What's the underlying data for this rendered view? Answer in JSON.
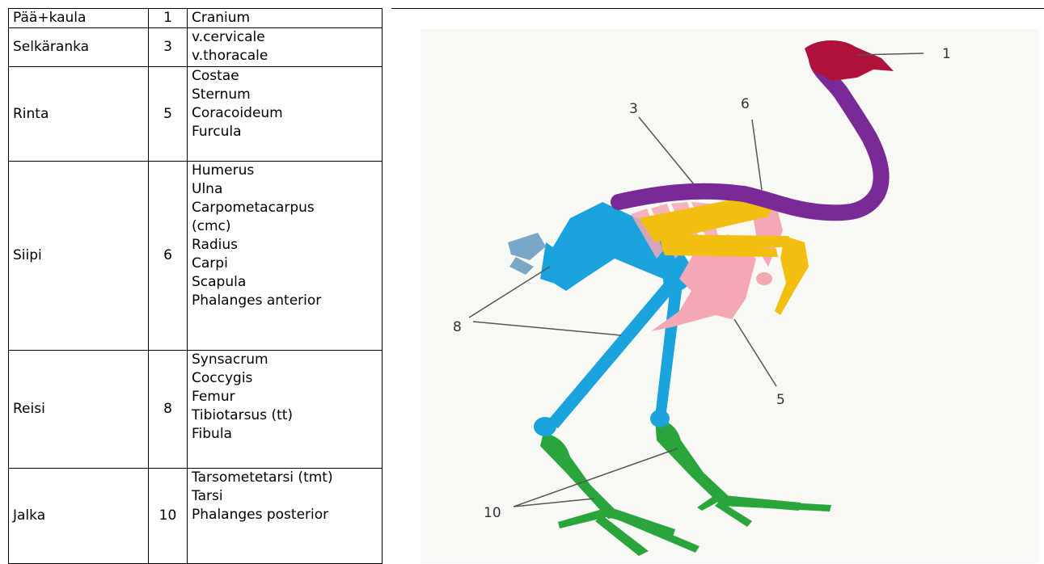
{
  "table": {
    "rows": [
      {
        "region": "Pää+kaula",
        "number": "1",
        "parts": [
          "Cranium"
        ]
      },
      {
        "region": "Selkäranka",
        "number": "3",
        "parts": [
          "v.cervicale",
          "v.thoracale"
        ]
      },
      {
        "region": "Rinta",
        "number": "5",
        "parts": [
          "Costae",
          "Sternum",
          "Coracoideum",
          "Furcula"
        ]
      },
      {
        "region": "Siipi",
        "number": "6",
        "parts": [
          "Humerus",
          "Ulna",
          "Carpometacarpus",
          "(cmc)",
          "Radius",
          "Carpi",
          "Scapula",
          "Phalanges anterior"
        ]
      },
      {
        "region": "Reisi",
        "number": "8",
        "parts": [
          "Synsacrum",
          "Coccygis",
          "Femur",
          "Tibiotarsus (tt)",
          "Fibula"
        ]
      },
      {
        "region": "Jalka",
        "number": "10",
        "parts": [
          "Tarsometetarsi (tmt)",
          "Tarsi",
          "Phalanges posterior"
        ]
      }
    ]
  },
  "figure": {
    "labels": {
      "l1": "1",
      "l3": "3",
      "l5": "5",
      "l6": "6",
      "l8": "8",
      "l10": "10"
    },
    "colors": {
      "skull": "#b0113a",
      "spine": "#7a2a96",
      "chest": "#f4a7b5",
      "wing": "#f2bf10",
      "hip_thigh": "#1aa3dc",
      "foot": "#2aa53c",
      "background": "#f8f8f4",
      "leader": "#555555"
    }
  }
}
